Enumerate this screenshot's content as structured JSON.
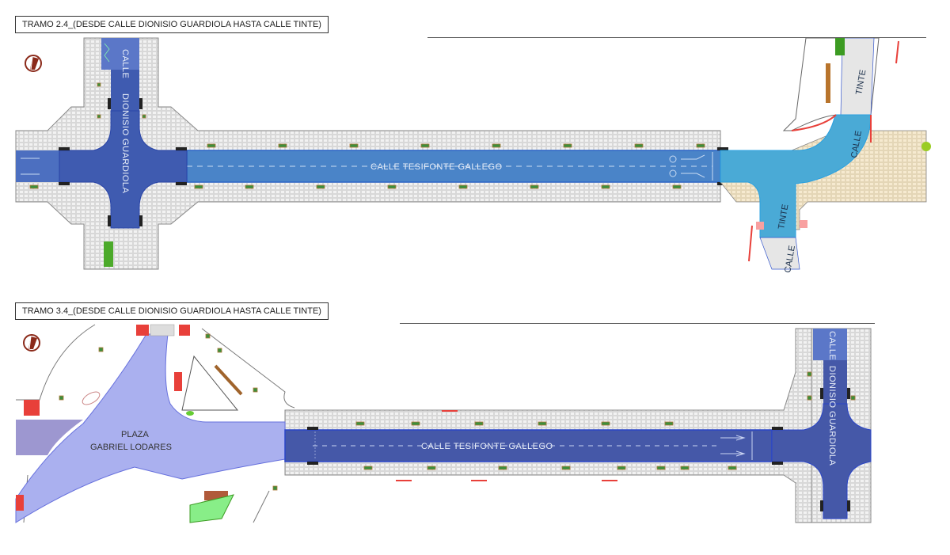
{
  "panels": [
    {
      "title": "TRAMO 2.4_(DESDE CALLE DIONISIO GUARDIOLA HASTA CALLE TINTE)",
      "labels": {
        "main_street": "CALLE  TESIFONTE  GALLEGO",
        "cross_street_calle": "CALLE",
        "cross_street_name": "DIONISIO  GUARDIOLA",
        "tinte_upper_calle": "CALLE",
        "tinte_upper_name": "TINTE",
        "tinte_lower_calle": "CALLE",
        "tinte_lower_name": "TINTE"
      },
      "icons": [
        "north-arrow-icon"
      ]
    },
    {
      "title": "TRAMO 3.4_(DESDE CALLE DIONISIO GUARDIOLA HASTA CALLE TINTE)",
      "labels": {
        "main_street": "CALLE  TESIFONTE  GALLEGO",
        "plaza_line1": "PLAZA",
        "plaza_line2": "GABRIEL LODARES",
        "cross_street_calle": "CALLE",
        "cross_street_name": "DIONISIO  GUARDIOLA"
      },
      "icons": [
        "north-arrow-icon"
      ]
    }
  ],
  "colors": {
    "road_dark_blue": "#3f5bb0",
    "road_mid_blue": "#4a7fc4",
    "road_cyan": "#4aaad6",
    "plaza_lavender": "#aab0ef",
    "paving_grey": "#e4e4e4",
    "paving_beige": "#f3e6c8",
    "accent_red": "#e8403a",
    "tree_green": "#3c8f3c",
    "bench_brown": "#a0642c",
    "north_arrow": "#8b2a1a"
  }
}
